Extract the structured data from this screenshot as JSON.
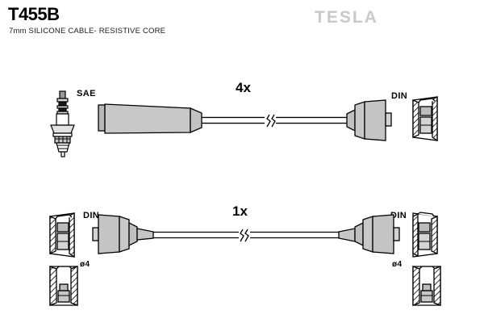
{
  "header": {
    "part_number": "T455B",
    "description": "7mm SILICONE CABLE- RESISTIVE CORE",
    "brand": "TESLA"
  },
  "colors": {
    "background": "#ffffff",
    "line": "#000000",
    "body_fill": "#c8c8c8",
    "body_fill_light": "#dcdcdc",
    "body_fill_dark": "#b0b0b0",
    "brand_gray": "#c9c9c9",
    "text": "#000000"
  },
  "diagram": {
    "title": "ignition-cable-set-drawing",
    "assemblies": [
      {
        "id": "upper-assembly",
        "quantity_label": "4x",
        "left_terminal": {
          "name": "spark-plug",
          "label": "SAE",
          "type": "straight-boot"
        },
        "right_terminal": {
          "name": "distributor-boot",
          "label": "DIN",
          "type": "angled-boot-with-cap"
        },
        "cable_break": true
      },
      {
        "id": "lower-assembly",
        "quantity_label": "1x",
        "left_terminal": {
          "name": "coil-boot-left",
          "label": "DIN",
          "type": "angled-boot-with-cap"
        },
        "right_terminal": {
          "name": "coil-boot-right",
          "label": "DIN",
          "type": "angled-boot-with-cap"
        },
        "cable_break": true
      }
    ],
    "terminals": [
      {
        "id": "terminal-d4-left",
        "label": "ø4",
        "name": "terminal-cap-4mm-left"
      },
      {
        "id": "terminal-d4-right",
        "label": "ø4",
        "name": "terminal-cap-4mm-right"
      }
    ],
    "labels": {
      "sae": "SAE",
      "din_top_right": "DIN",
      "din_bottom_left": "DIN",
      "din_bottom_right": "DIN",
      "diameter_left": "ø4",
      "diameter_right": "ø4",
      "qty_upper": "4x",
      "qty_lower": "1x"
    }
  }
}
